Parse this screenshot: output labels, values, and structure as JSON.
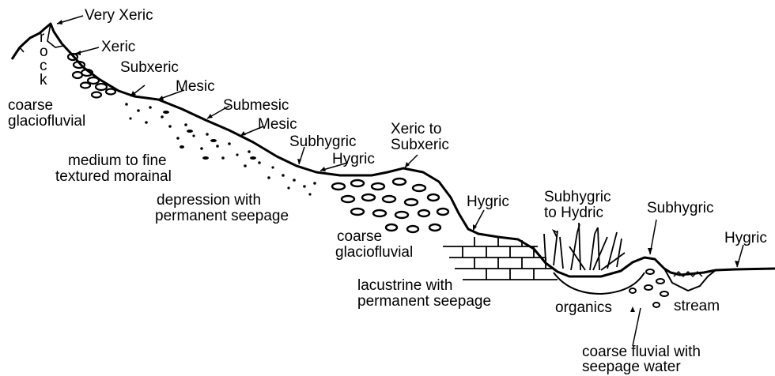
{
  "diagram": {
    "labels": {
      "very_xeric": "Very Xeric",
      "rock": [
        "r",
        "o",
        "c",
        "k"
      ],
      "xeric": "Xeric",
      "subxeric": "Subxeric",
      "mesic_1": "Mesic",
      "submesic": "Submesic",
      "mesic_2": "Mesic",
      "coarse_glaciofluvial_1": [
        "coarse",
        "glaciofluvial"
      ],
      "subhygric_1": "Subhygric",
      "hygric_1": "Hygric",
      "xeric_to_subxeric": [
        "Xeric to",
        "Subxeric"
      ],
      "medium_fine": [
        "medium to fine",
        "textured morainal"
      ],
      "depression": [
        "depression with",
        "permanent seepage"
      ],
      "hygric_2": "Hygric",
      "subhygric_to_hydric": [
        "Subhygric",
        "to Hydric"
      ],
      "subhygric_2": "Subhygric",
      "hygric_3": "Hygric",
      "coarse_glaciofluvial_2": [
        "coarse",
        "glaciofluvial"
      ],
      "lacustrine": [
        "lacustrine with",
        "permanent seepage"
      ],
      "organics": "organics",
      "stream": "stream",
      "coarse_fluvial": [
        "coarse fluvial with",
        "seepage water"
      ]
    },
    "colors": {
      "ink": "#000000",
      "background": "#ffffff"
    }
  }
}
